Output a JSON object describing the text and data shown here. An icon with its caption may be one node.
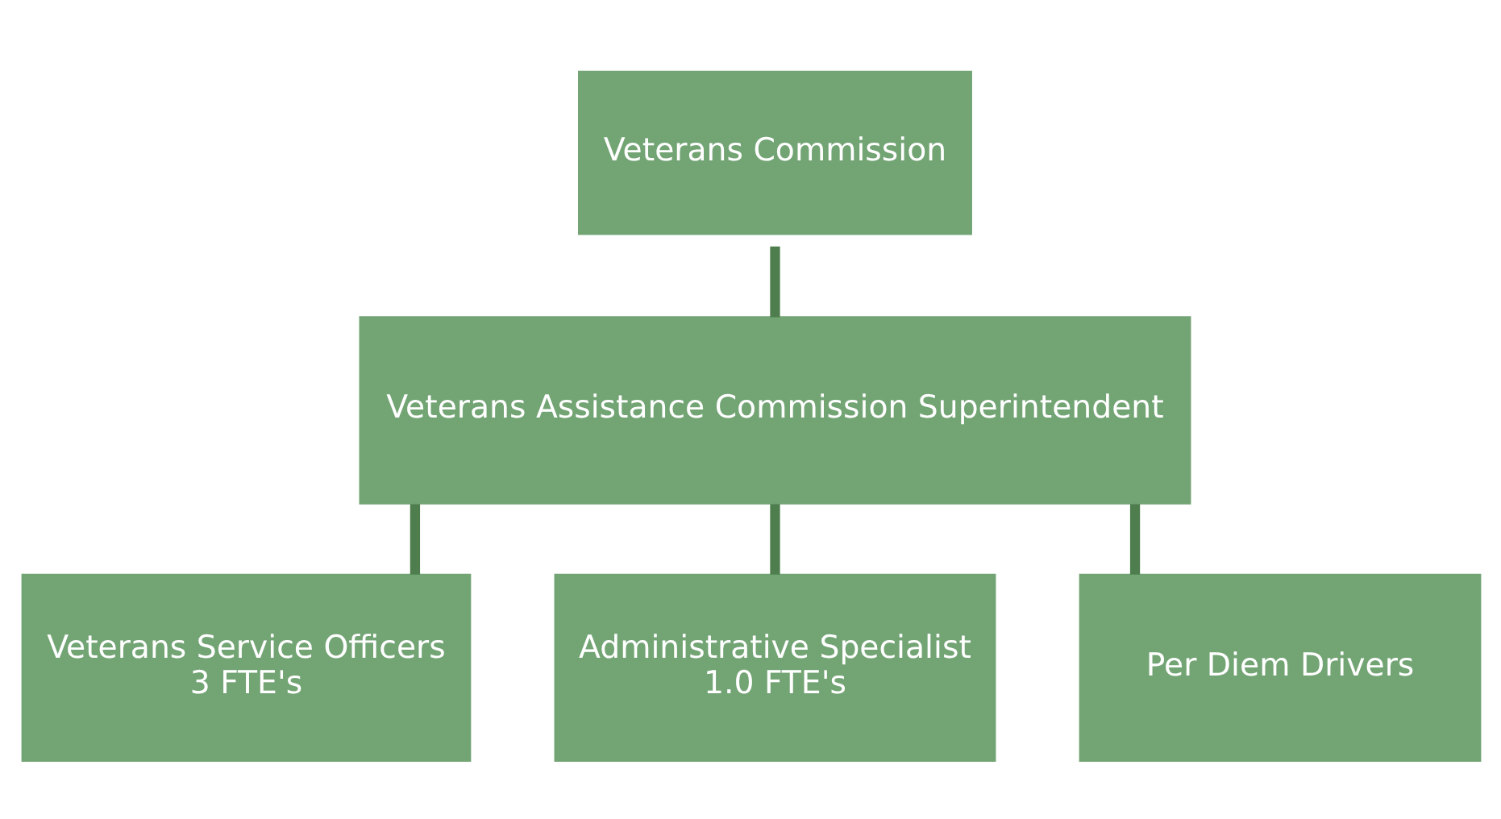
{
  "diagram": {
    "nodes": [
      {
        "text": [
          "Veterans Commission"
        ]
      },
      {
        "text": [
          "Veterans Assistance Commission Superintendent"
        ]
      },
      {
        "text": [
          "Veterans Service Officers",
          "3 FTE's"
        ]
      },
      {
        "text": [
          "Administrative Specialist",
          "1.0 FTE's"
        ]
      },
      {
        "text": [
          "Per Diem Drivers"
        ]
      }
    ],
    "edges": [
      {
        "from": 0,
        "to": 1,
        "arrow": "none"
      },
      {
        "from": 1,
        "to": 2,
        "arrow": "none"
      },
      {
        "from": 1,
        "to": 3,
        "arrow": "none"
      },
      {
        "from": 1,
        "to": 4,
        "arrow": "none"
      }
    ]
  }
}
